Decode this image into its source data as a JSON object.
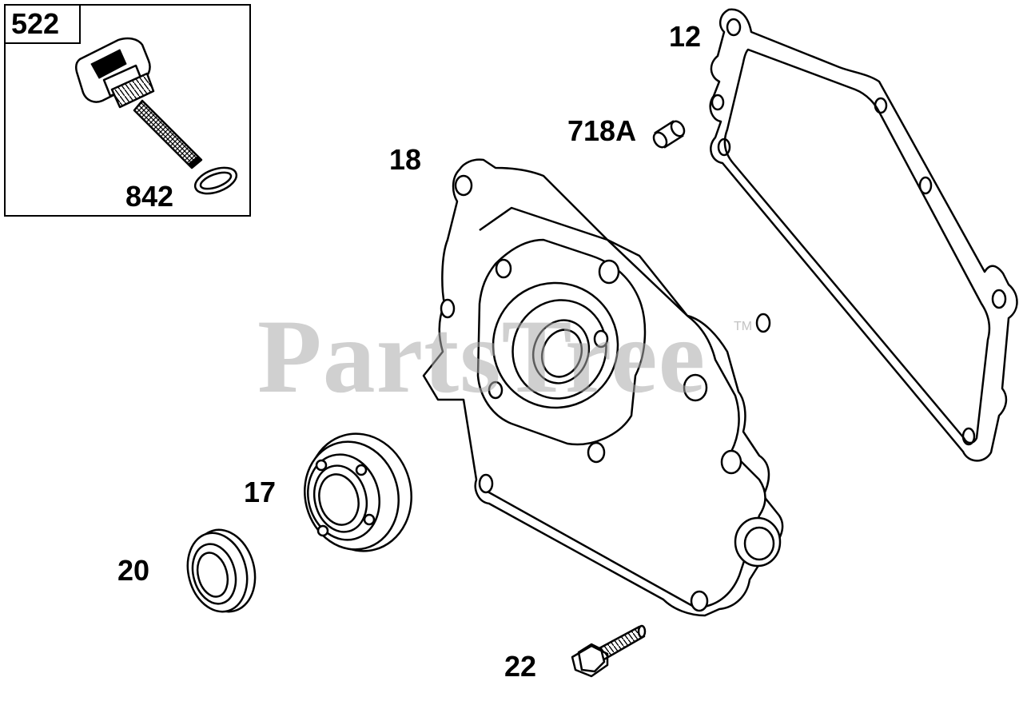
{
  "diagram": {
    "watermark": {
      "text": "PartsTree",
      "trademark": "TM"
    },
    "kit_box": {
      "label": "522"
    },
    "callouts": [
      {
        "id": "842",
        "text": "842"
      },
      {
        "id": "12",
        "text": "12"
      },
      {
        "id": "718A",
        "text": "718A"
      },
      {
        "id": "18",
        "text": "18"
      },
      {
        "id": "17",
        "text": "17"
      },
      {
        "id": "20",
        "text": "20"
      },
      {
        "id": "22",
        "text": "22"
      }
    ]
  }
}
